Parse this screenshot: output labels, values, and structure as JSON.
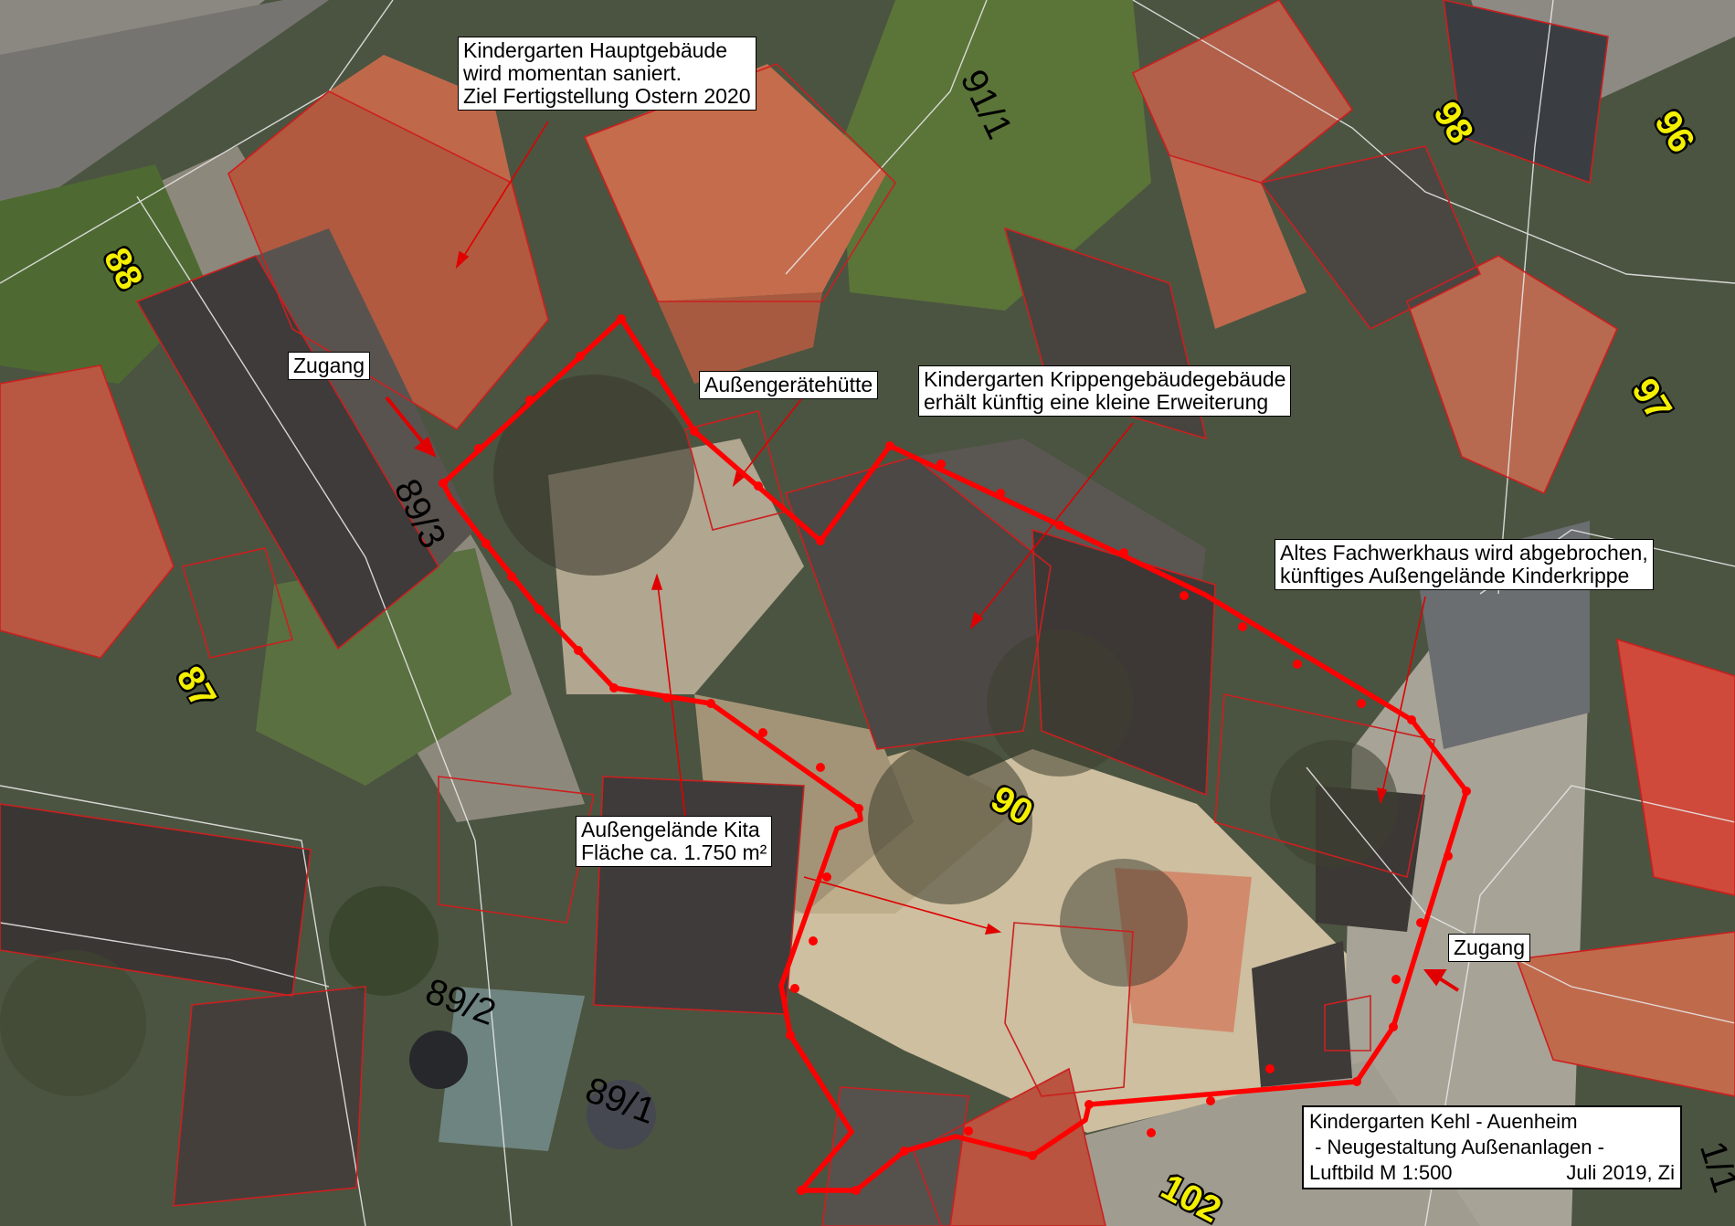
{
  "callouts": {
    "hauptgebaeude": [
      "Kindergarten Hauptgebäude",
      "wird momentan saniert.",
      "Ziel Fertigstellung Ostern 2020"
    ],
    "geraetehuette": "Außengerätehütte",
    "krippengebaeude": [
      "Kindergarten Krippengebäudegebäude",
      "erhält künftig eine kleine Erweiterung"
    ],
    "fachwerkhaus": [
      "Altes Fachwerkhaus wird abgebrochen,",
      "künftiges Außengelände Kinderkrippe"
    ],
    "aussengelaende": [
      "Außengelände Kita",
      "Fläche ca. 1.750 m²"
    ],
    "zugang_left": "Zugang",
    "zugang_right": "Zugang"
  },
  "title_box": {
    "line1": "Kindergarten Kehl - Auenheim",
    "line2": " - Neugestaltung Außenanlagen -",
    "line3_left": "Luftbild M 1:500",
    "line3_right": "Juli 2019, Zi"
  },
  "parcel_labels": {
    "p91_1": "91/1",
    "p98": "98",
    "p96": "96",
    "p88": "88",
    "p97": "97",
    "p89_3": "89/3",
    "p87": "87",
    "p90": "90",
    "p89_2": "89/2",
    "p89_1": "89/1",
    "p102": "102",
    "p1_1": "1/1"
  },
  "colors": {
    "boundary": "#ff0000",
    "parcel_line": "#cc1f1f",
    "cadastre_line": "#e6e6e6",
    "label_yellow": "#f4f000"
  }
}
